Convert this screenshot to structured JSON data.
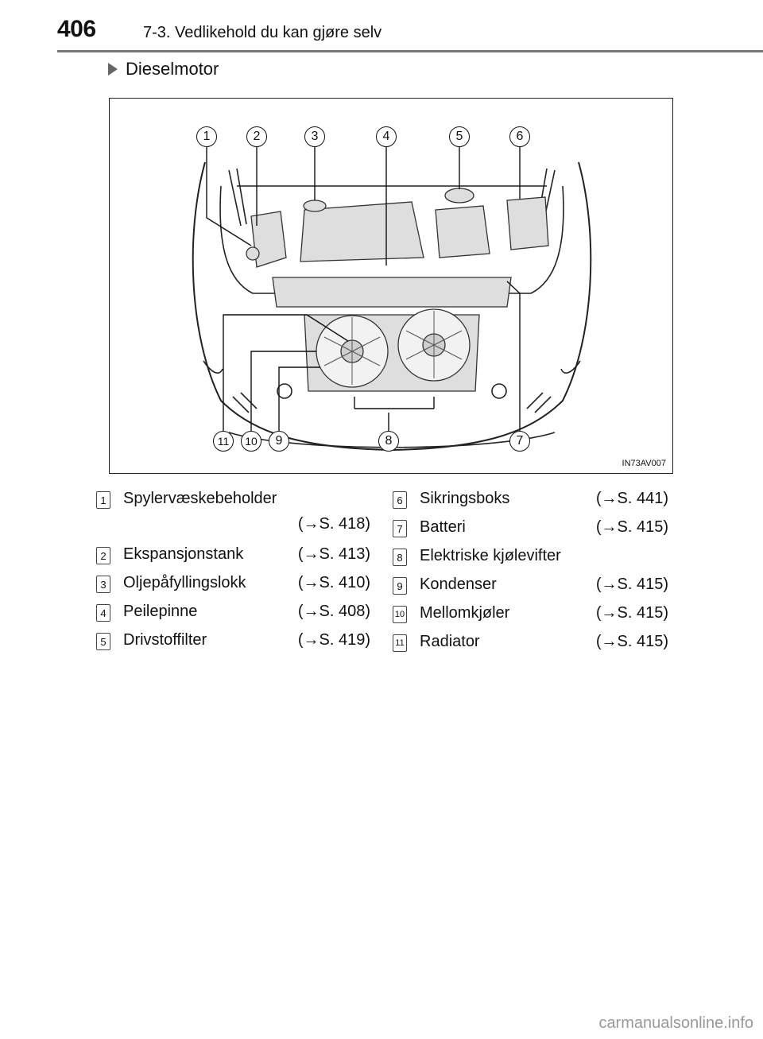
{
  "header": {
    "page_number": "406",
    "chapter": "7-3. Vedlikehold du kan gjøre selv"
  },
  "section": {
    "title": "Dieselmotor"
  },
  "figure": {
    "code": "IN73AV007",
    "top_callouts": [
      "1",
      "2",
      "3",
      "4",
      "5",
      "6"
    ],
    "bottom_callouts": [
      "11",
      "10",
      "9",
      "8",
      "7"
    ]
  },
  "legend": {
    "left": [
      {
        "num": "1",
        "label": "Spylervæskebeholder",
        "ref": "(→S. 418)"
      },
      {
        "num": "2",
        "label": "Ekspansjonstank",
        "ref": "(→S. 413)"
      },
      {
        "num": "3",
        "label": "Oljepåfyllingslokk",
        "ref": "(→S. 410)"
      },
      {
        "num": "4",
        "label": "Peilepinne",
        "ref": "(→S. 408)"
      },
      {
        "num": "5",
        "label": "Drivstoffilter",
        "ref": "(→S. 419)"
      }
    ],
    "right": [
      {
        "num": "6",
        "label": "Sikringsboks",
        "ref": "(→S. 441)"
      },
      {
        "num": "7",
        "label": "Batteri",
        "ref": "(→S. 415)"
      },
      {
        "num": "8",
        "label": "Elektriske kjølevifter",
        "ref": ""
      },
      {
        "num": "9",
        "label": "Kondenser",
        "ref": "(→S. 415)"
      },
      {
        "num": "10",
        "label": "Mellomkjøler",
        "ref": "(→S. 415)"
      },
      {
        "num": "11",
        "label": "Radiator",
        "ref": "(→S. 415)"
      }
    ]
  },
  "footer": {
    "watermark": "carmanualsonline.info"
  }
}
